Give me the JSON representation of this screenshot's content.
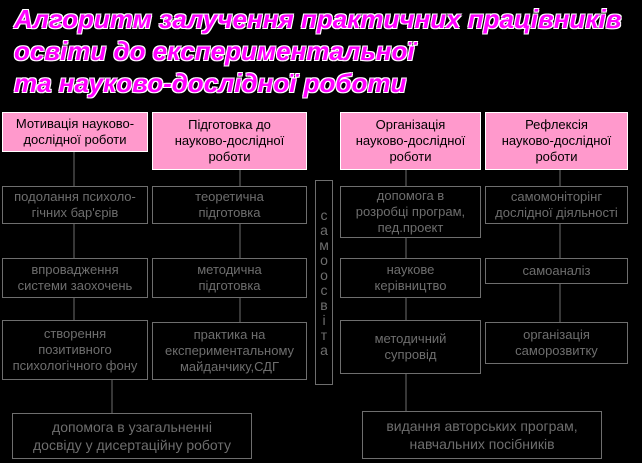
{
  "title": {
    "line1": "Алгоритм залучення практичних працівників",
    "line2": "освіти до експериментальної",
    "line3": "та науково-дослідної роботи"
  },
  "headers": [
    "Мотивація науково-\nдослідної роботи",
    "Підготовка до\nнауково-дослідної\nроботи",
    "Організація\nнауково-дослідної\nроботи",
    "Рефлексія\nнауково-дослідної\nроботи"
  ],
  "col1": [
    "подолання психоло-\nгічних бар'єрів",
    "впровадження\nсистеми заохочень",
    "створення\nпозитивного\nпсихологічного фону"
  ],
  "col2": [
    "теоретична\nпідготовка",
    "методична\nпідготовка",
    "практика на\nекспериментальному\nмайданчику,СДГ"
  ],
  "col3": [
    "допомога в\nрозробці програм,\nпед.проект",
    "наукове\nкерівництво",
    "методичний\nсупровід"
  ],
  "col4": [
    "самомоніторінг\nдослідної діяльності",
    "самоаналіз",
    "організація\nсаморозвитку"
  ],
  "vertical": [
    "с",
    "а",
    "м",
    "о",
    "о",
    "с",
    "в",
    "і",
    "т",
    "а"
  ],
  "bottom": [
    "допомога в узагальненні\nдосвіду у дисертаційну роботу",
    "видання авторських програм,\nнавчальних посібників"
  ]
}
